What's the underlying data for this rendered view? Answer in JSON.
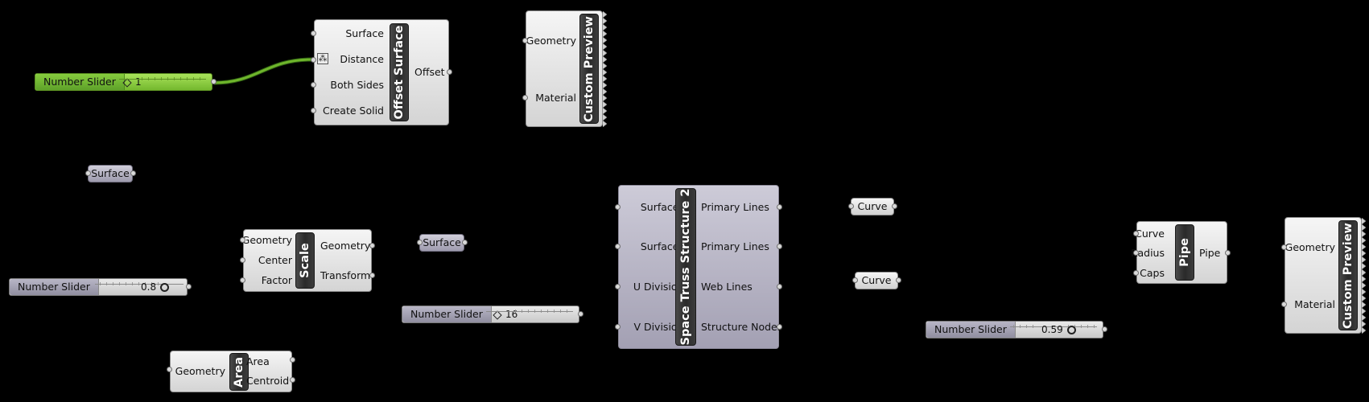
{
  "components": {
    "offset_surface": {
      "name": "Offset Surface",
      "inputs": [
        "Surface",
        "Distance",
        "Both Sides",
        "Create Solid"
      ],
      "outputs": [
        "Offset"
      ]
    },
    "custom_preview_1": {
      "name": "Custom Preview",
      "inputs": [
        "Geometry",
        "Material"
      ]
    },
    "scale": {
      "name": "Scale",
      "inputs": [
        "Geometry",
        "Center",
        "Factor"
      ],
      "outputs": [
        "Geometry",
        "Transform"
      ]
    },
    "area": {
      "name": "Area",
      "inputs": [
        "Geometry"
      ],
      "outputs": [
        "Area",
        "Centroid"
      ]
    },
    "space_truss": {
      "name": "Space Truss Structure 2",
      "inputs": [
        "Surface A",
        "Surface B",
        "U Divisions",
        "V Divisions"
      ],
      "outputs": [
        "Primary Lines",
        "Primary Lines",
        "Web Lines",
        "Structure Nodes"
      ]
    },
    "pipe": {
      "name": "Pipe",
      "inputs": [
        "Curve",
        "Radius",
        "Caps"
      ],
      "outputs": [
        "Pipe"
      ]
    },
    "custom_preview_2": {
      "name": "Custom Preview",
      "inputs": [
        "Geometry",
        "Material"
      ]
    }
  },
  "sliders": [
    {
      "label": "Number Slider",
      "value": "1"
    },
    {
      "label": "Number Slider",
      "value": "0.8"
    },
    {
      "label": "Number Slider",
      "value": "16"
    },
    {
      "label": "Number Slider",
      "value": "0.59"
    }
  ],
  "params": {
    "surface_1": "Surface",
    "surface_2": "Surface",
    "curve_1": "Curve",
    "curve_2": "Curve"
  },
  "colors": {
    "canvas": "#000000",
    "wire_active": "#6fb52c",
    "slider_selected": "#8ad043"
  }
}
